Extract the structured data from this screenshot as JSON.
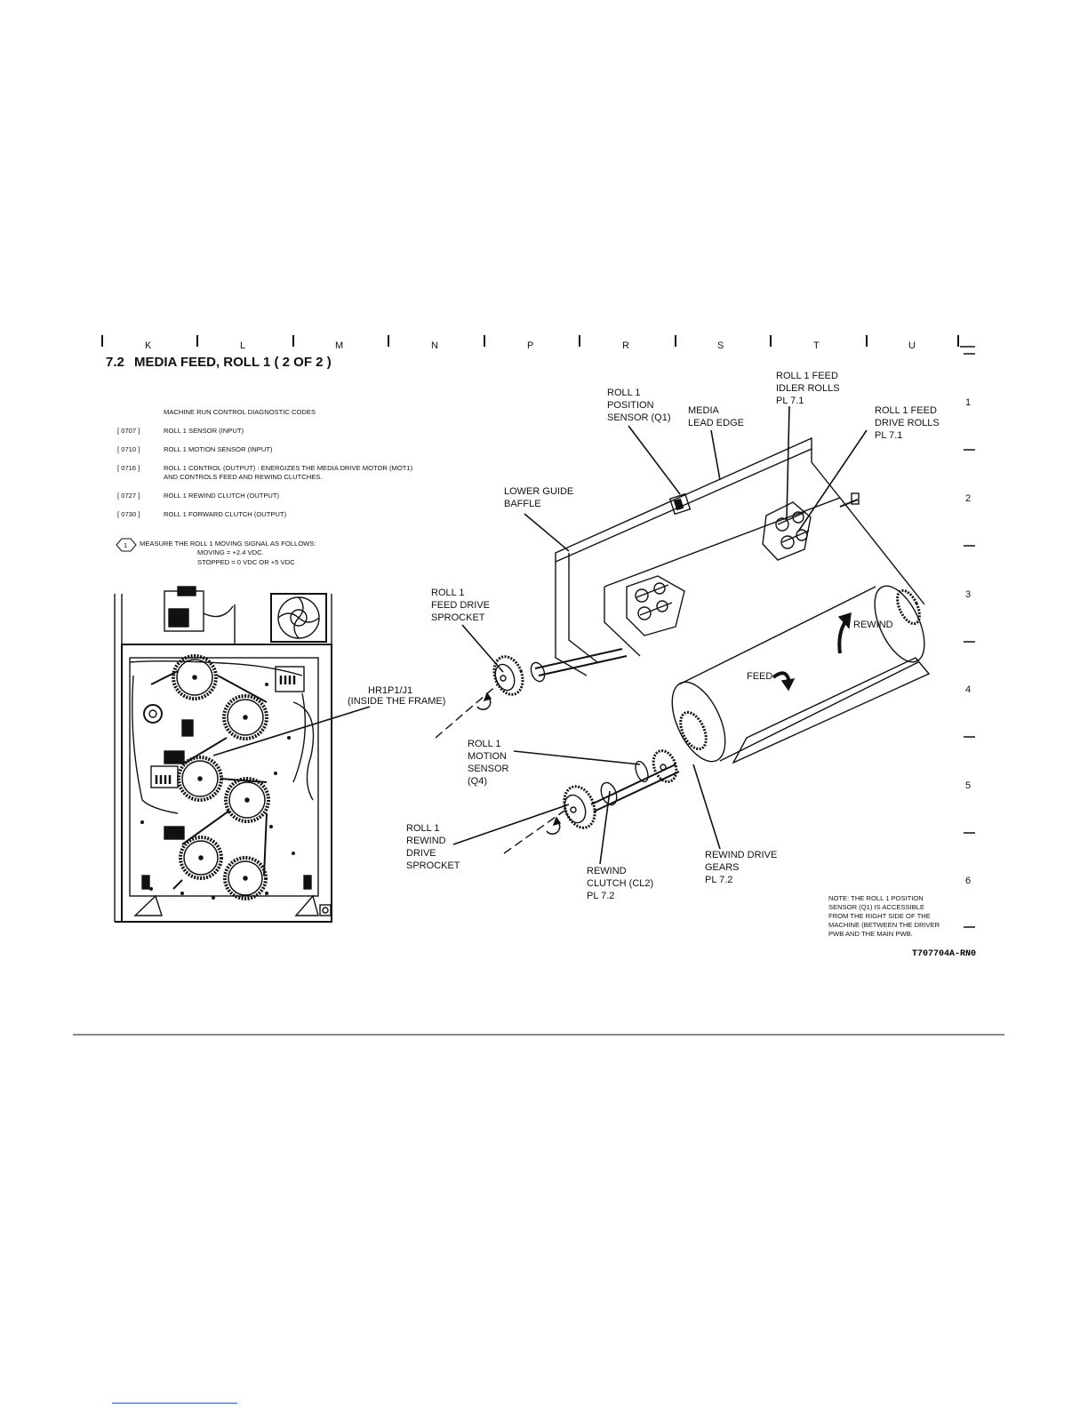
{
  "section": {
    "number": "7.2",
    "title": "MEDIA FEED, ROLL 1 ( 2 OF 2 )"
  },
  "grid": {
    "columns": [
      "K",
      "L",
      "M",
      "N",
      "P",
      "R",
      "S",
      "T",
      "U"
    ],
    "rows": [
      "1",
      "2",
      "3",
      "4",
      "5",
      "6"
    ]
  },
  "diagnostics": {
    "heading": "MACHINE RUN CONTROL DIAGNOSTIC CODES",
    "codes": [
      {
        "code": "[ 0707 ]",
        "text": "ROLL 1 SENSOR (INPUT)",
        "extra": ""
      },
      {
        "code": "[ 0710 ]",
        "text": "ROLL 1 MOTION SENSOR (INPUT)",
        "extra": ""
      },
      {
        "code": "[ 0716 ]",
        "text": "ROLL 1 CONTROL (OUTPUT)      :  ENERGIZES THE MEDIA DRIVE MOTOR (MOT1)",
        "extra": "AND CONTROLS FEED AND REWIND CLUTCHES."
      },
      {
        "code": "[ 0727 ]",
        "text": "ROLL 1 REWIND CLUTCH (OUTPUT)",
        "extra": ""
      },
      {
        "code": "[ 0730 ]",
        "text": "ROLL 1 FORWARD CLUTCH (OUTPUT)",
        "extra": ""
      }
    ]
  },
  "measure_note": {
    "badge": "1",
    "line1": "MEASURE THE ROLL 1 MOVING SIGNAL AS FOLLOWS:",
    "line2": "MOVING = +2.4 VDC.",
    "line3": "STOPPED = 0 VDC OR +5 VDC"
  },
  "labels": {
    "hr1p1": [
      "HR1P1/J1",
      "(INSIDE THE FRAME)"
    ],
    "roll1_position_sensor": [
      "ROLL 1",
      "POSITION",
      "SENSOR (Q1)"
    ],
    "media_lead_edge": [
      "MEDIA",
      "LEAD EDGE"
    ],
    "idler_rolls": [
      "ROLL 1 FEED",
      "IDLER ROLLS",
      "PL 7.1"
    ],
    "drive_rolls": [
      "ROLL 1 FEED",
      "DRIVE ROLLS",
      "PL 7.1"
    ],
    "lower_guide_baffle": [
      "LOWER GUIDE",
      "BAFFLE"
    ],
    "feed_drive_sprocket": [
      "ROLL 1",
      "FEED DRIVE",
      "SPROCKET"
    ],
    "rewind": "REWIND",
    "feed": "FEED",
    "motion_sensor": [
      "ROLL 1",
      "MOTION",
      "SENSOR",
      "(Q4)"
    ],
    "rewind_drive_sprocket": [
      "ROLL 1",
      "REWIND",
      "DRIVE",
      "SPROCKET"
    ],
    "rewind_clutch": [
      "REWIND",
      "CLUTCH (CL2)",
      "PL 7.2"
    ],
    "rewind_drive_gears": [
      "REWIND DRIVE",
      "GEARS",
      "PL 7.2"
    ]
  },
  "note": [
    "NOTE:  THE ROLL 1 POSITION",
    "SENSOR (Q1) IS ACCESSIBLE",
    "FROM THE RIGHT SIDE OF THE",
    "MACHINE (BETWEEN THE DRIVER",
    "PWB AND THE MAIN PWB."
  ],
  "figure_id": "T707704A-RN0"
}
